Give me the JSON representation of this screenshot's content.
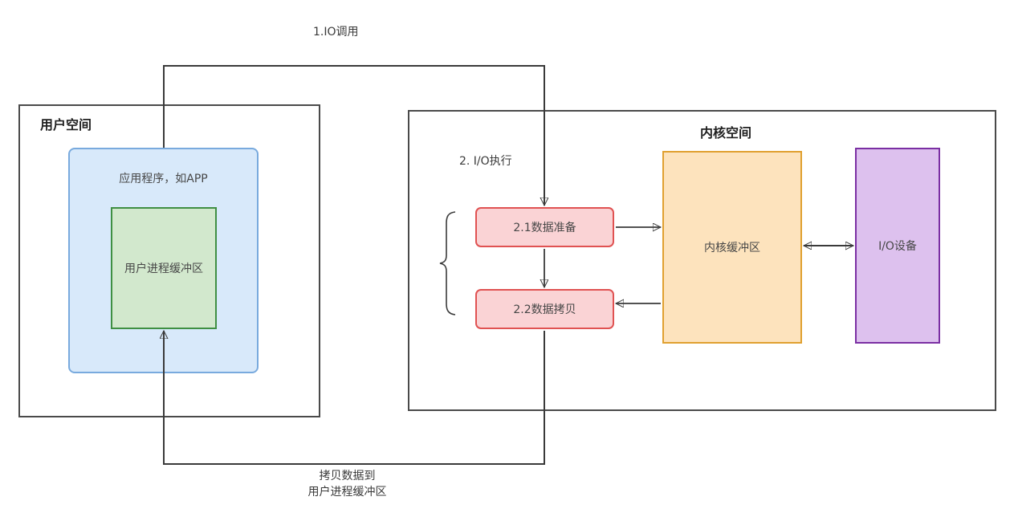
{
  "diagram": {
    "labels": {
      "io_call": "1.IO调用",
      "io_exec": "2. I/O执行",
      "copy_back_line1": "拷贝数据到",
      "copy_back_line2": "用户进程缓冲区"
    },
    "user_space": {
      "title": "用户空间",
      "app_label": "应用程序，如APP",
      "buffer_label": "用户进程缓冲区"
    },
    "kernel_space": {
      "title": "内核空间",
      "step_prepare": "2.1数据准备",
      "step_copy": "2.2数据拷贝",
      "kernel_buffer": "内核缓冲区",
      "io_device": "I/O设备"
    },
    "colors": {
      "connector_line": "#3a3a3a",
      "outer_border": "#4a4a4a",
      "app_fill": "#d8e9fa",
      "app_border": "#79aade",
      "user_buffer_fill": "#d2e8cd",
      "user_buffer_border": "#3f8f43",
      "step_fill": "#fad3d5",
      "step_border": "#e05252",
      "kernel_buffer_fill": "#fde3bd",
      "kernel_buffer_border": "#e0a030",
      "io_device_fill": "#ddc1ee",
      "io_device_border": "#7b2fa3"
    }
  }
}
